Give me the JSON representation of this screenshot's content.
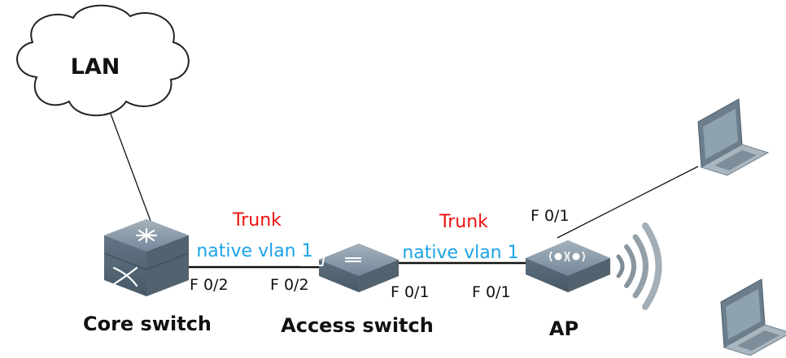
{
  "cloud": {
    "label": "LAN"
  },
  "devices": {
    "core": "Core switch",
    "access": "Access switch",
    "ap": "AP"
  },
  "links": {
    "core_access": {
      "mode": "Trunk",
      "native": "native vlan 1",
      "port_a": "F 0/2",
      "port_b": "F 0/2"
    },
    "access_ap": {
      "mode": "Trunk",
      "native": "native vlan 1",
      "port_a": "F 0/1",
      "port_b": "F 0/1"
    },
    "ap_laptop": {
      "port": "F 0/1"
    }
  },
  "colors": {
    "trunk": "#ee1111",
    "native_vlan": "#1aa3e8",
    "device_fill": "#5d7180",
    "device_top": "#8a9aa6",
    "line": "#111111"
  },
  "icons": [
    "cloud-icon",
    "core-switch-icon",
    "access-switch-icon",
    "access-point-icon",
    "wireless-signal-icon",
    "laptop-icon"
  ]
}
